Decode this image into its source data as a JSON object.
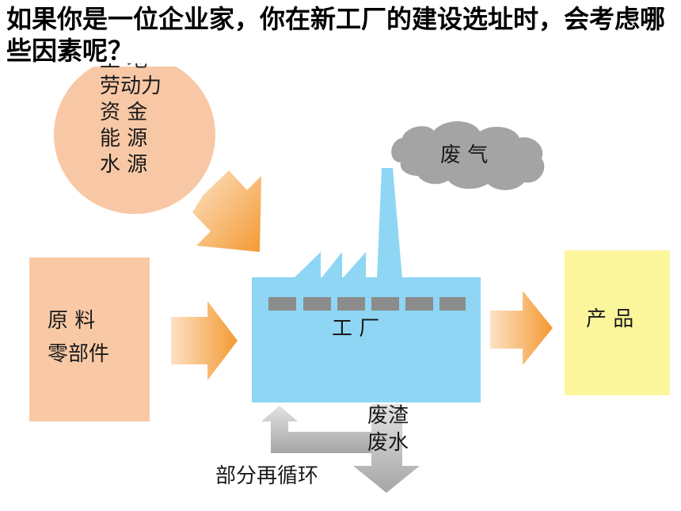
{
  "question": "如果你是一位企业家，你在新工厂的建设选址时，会考虑哪些因素呢？",
  "diagram": {
    "factors": [
      "土  地",
      "劳动力",
      "资  金",
      "能  源",
      "水  源"
    ],
    "materials": [
      "原  料",
      "零部件"
    ],
    "factory": "工  厂",
    "exhaust": "废  气",
    "product": "产  品",
    "waste": [
      "废渣",
      "废水"
    ],
    "recycle": "部分再循环"
  },
  "colors": {
    "factor_circle": "#f8c8a6",
    "materials_box": "#f9c9a5",
    "factory": "#8ed6f4",
    "smoke": "#a4a4a4",
    "product_box": "#fbf59b",
    "arrow_orange": "#f5a13c",
    "arrow_gray": "#b8b8b8",
    "window_gray": "#8c8c8c"
  }
}
